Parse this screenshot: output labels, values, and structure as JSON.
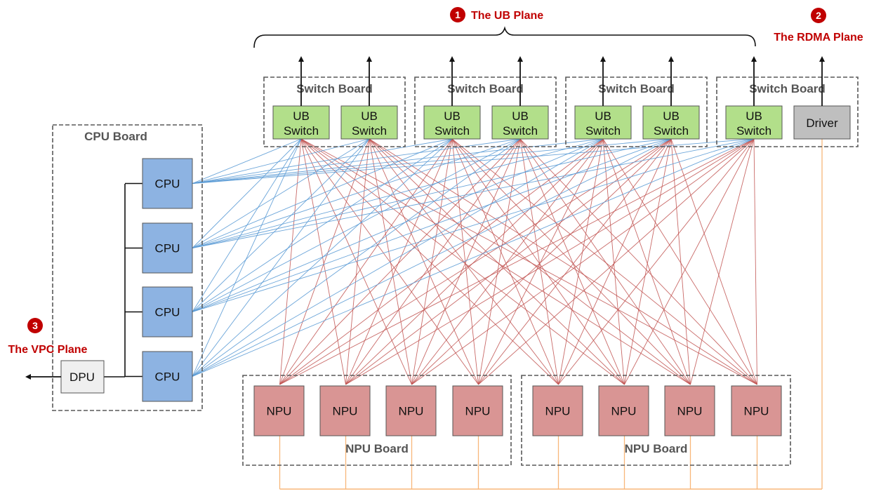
{
  "colors": {
    "ub_switch": "#b2df8a",
    "driver": "#bfbfbf",
    "cpu": "#8db3e2",
    "npu": "#d99594",
    "dpu": "#efefef",
    "cpu_link": "#5b9bd5",
    "npu_link": "#c0504d",
    "rdma_link": "#f8b77a",
    "plane_accent": "#c00000",
    "board_border": "#595959"
  },
  "planes": [
    {
      "number": "1",
      "title": "The UB Plane"
    },
    {
      "number": "2",
      "title": "The RDMA Plane"
    },
    {
      "number": "3",
      "title": "The VPC Plane"
    }
  ],
  "switch_boards": [
    {
      "label": "Switch Board",
      "nodes": [
        {
          "type": "ub",
          "line1": "UB",
          "line2": "Switch"
        },
        {
          "type": "ub",
          "line1": "UB",
          "line2": "Switch"
        }
      ]
    },
    {
      "label": "Switch Board",
      "nodes": [
        {
          "type": "ub",
          "line1": "UB",
          "line2": "Switch"
        },
        {
          "type": "ub",
          "line1": "UB",
          "line2": "Switch"
        }
      ]
    },
    {
      "label": "Switch Board",
      "nodes": [
        {
          "type": "ub",
          "line1": "UB",
          "line2": "Switch"
        },
        {
          "type": "ub",
          "line1": "UB",
          "line2": "Switch"
        }
      ]
    },
    {
      "label": "Switch Board",
      "nodes": [
        {
          "type": "ub",
          "line1": "UB",
          "line2": "Switch"
        },
        {
          "type": "driver",
          "line1": "Driver",
          "line2": ""
        }
      ]
    }
  ],
  "cpu_board": {
    "label": "CPU Board",
    "cpus": [
      "CPU",
      "CPU",
      "CPU",
      "CPU"
    ],
    "dpu": "DPU"
  },
  "npu_boards": [
    {
      "label": "NPU Board",
      "npus": [
        "NPU",
        "NPU",
        "NPU",
        "NPU"
      ]
    },
    {
      "label": "NPU Board",
      "npus": [
        "NPU",
        "NPU",
        "NPU",
        "NPU"
      ]
    }
  ],
  "connections": {
    "cpu_to_ub_switch": "full-mesh",
    "npu_to_ub_switch": "full-mesh",
    "npu_to_driver": "shared-bus"
  }
}
